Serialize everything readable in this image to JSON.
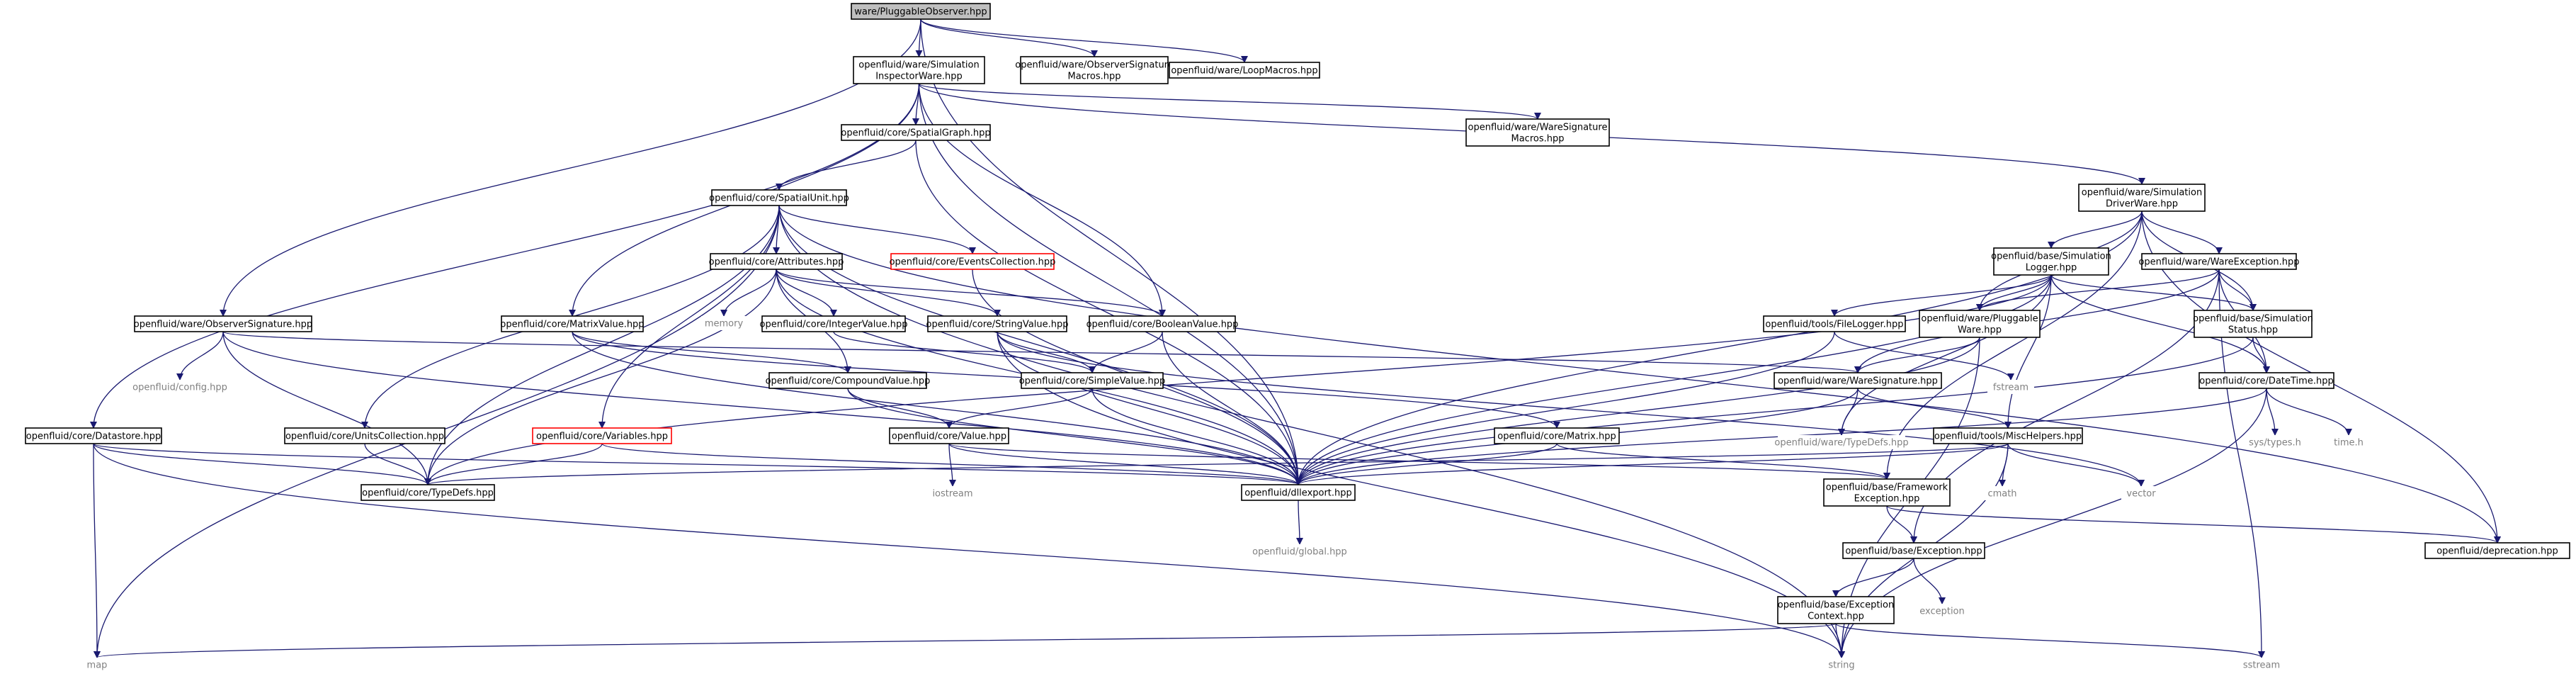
{
  "colors": {
    "edge": "#191970",
    "node_border": "#000000",
    "missing_border": "#ff0000",
    "root_fill": "#bfbfbf",
    "external_text": "#808080"
  },
  "nodes": {
    "root": [
      "ware/PluggableObserver.hpp"
    ],
    "siminsp": [
      "openfluid/ware/Simulation",
      "InspectorWare.hpp"
    ],
    "obssigmac": [
      "openfluid/ware/ObserverSignature",
      "Macros.hpp"
    ],
    "loopmac": [
      "openfluid/ware/LoopMacros.hpp"
    ],
    "waresigmac": [
      "openfluid/ware/WareSignature",
      "Macros.hpp"
    ],
    "spatialgraph": [
      "openfluid/core/SpatialGraph.hpp"
    ],
    "simdriver": [
      "openfluid/ware/Simulation",
      "DriverWare.hpp"
    ],
    "spatialunit": [
      "openfluid/core/SpatialUnit.hpp"
    ],
    "attributes": [
      "openfluid/core/Attributes.hpp"
    ],
    "events": [
      "openfluid/core/EventsCollection.hpp"
    ],
    "simlogger": [
      "openfluid/base/Simulation",
      "Logger.hpp"
    ],
    "wareexc": [
      "openfluid/ware/WareException.hpp"
    ],
    "obssig": [
      "openfluid/ware/ObserverSignature.hpp"
    ],
    "matrixvalue": [
      "openfluid/core/MatrixValue.hpp"
    ],
    "integervalue": [
      "openfluid/core/IntegerValue.hpp"
    ],
    "stringvalue": [
      "openfluid/core/StringValue.hpp"
    ],
    "booleanvalue": [
      "openfluid/core/BooleanValue.hpp"
    ],
    "filelogger": [
      "openfluid/tools/FileLogger.hpp"
    ],
    "pluggableware": [
      "openfluid/ware/Pluggable",
      "Ware.hpp"
    ],
    "simstatus": [
      "openfluid/base/Simulation",
      "Status.hpp"
    ],
    "config": [
      "openfluid/config.hpp"
    ],
    "compoundvalue": [
      "openfluid/core/CompoundValue.hpp"
    ],
    "simplevalue": [
      "openfluid/core/SimpleValue.hpp"
    ],
    "waresig": [
      "openfluid/ware/WareSignature.hpp"
    ],
    "fstream": [
      "fstream"
    ],
    "datetime": [
      "openfluid/core/DateTime.hpp"
    ],
    "memory": [
      "memory"
    ],
    "datastore": [
      "openfluid/core/Datastore.hpp"
    ],
    "unitscoll": [
      "openfluid/core/UnitsCollection.hpp"
    ],
    "variables": [
      "openfluid/core/Variables.hpp"
    ],
    "value": [
      "openfluid/core/Value.hpp"
    ],
    "matrix": [
      "openfluid/core/Matrix.hpp"
    ],
    "waretypedefs": [
      "openfluid/ware/TypeDefs.hpp"
    ],
    "mischelpers": [
      "openfluid/tools/MiscHelpers.hpp"
    ],
    "systypes": [
      "sys/types.h"
    ],
    "timeh": [
      "time.h"
    ],
    "coretypedefs": [
      "openfluid/core/TypeDefs.hpp"
    ],
    "dllexport": [
      "openfluid/dllexport.hpp"
    ],
    "iostream": [
      "iostream"
    ],
    "cmath": [
      "cmath"
    ],
    "vector": [
      "vector"
    ],
    "fwexc": [
      "openfluid/base/Framework",
      "Exception.hpp"
    ],
    "deprecation": [
      "openfluid/deprecation.hpp"
    ],
    "globalhpp": [
      "openfluid/global.hpp"
    ],
    "baseexc": [
      "openfluid/base/Exception.hpp"
    ],
    "exccontext": [
      "openfluid/base/Exception",
      "Context.hpp"
    ],
    "exception": [
      "exception"
    ],
    "map": [
      "map"
    ],
    "string": [
      "string"
    ],
    "sstream": [
      "sstream"
    ]
  }
}
